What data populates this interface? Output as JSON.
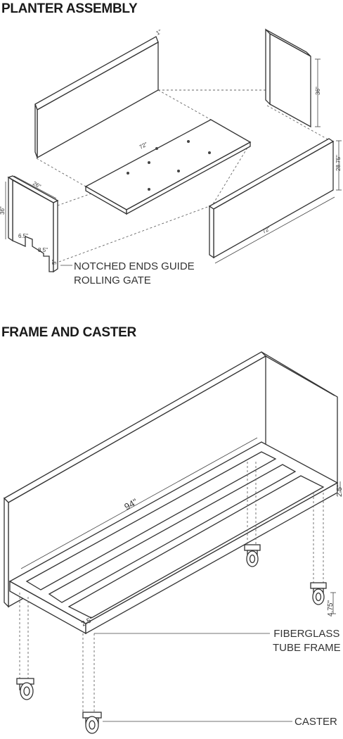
{
  "headings": {
    "planter_assembly": "PLANTER ASSEMBLY",
    "frame_and_caster": "FRAME AND CASTER"
  },
  "planter_dimensions": {
    "side_thickness": "1\"",
    "end_height": "36\"",
    "base_length": "72\"",
    "long_panel_height": "28.75\"",
    "long_panel_length": "72\"",
    "end_width": "26\"",
    "end_left_height": "36\"",
    "notch_a": "6.5\"",
    "notch_b": "8.5\"",
    "notch_c": "5\""
  },
  "frame_dimensions": {
    "frame_length": "94\"",
    "frame_depth": "2.5\"",
    "caster_height": "4.75\"",
    "tube_size": "2.5\""
  },
  "callouts": {
    "notched_line1": "NOTCHED ENDS GUIDE",
    "notched_line2": "ROLLING GATE",
    "fiberglass_line1": "FIBERGLASS",
    "fiberglass_line2": "TUBE FRAME",
    "caster": "CASTER"
  },
  "icons": [
    "caster-wheel-icon"
  ]
}
